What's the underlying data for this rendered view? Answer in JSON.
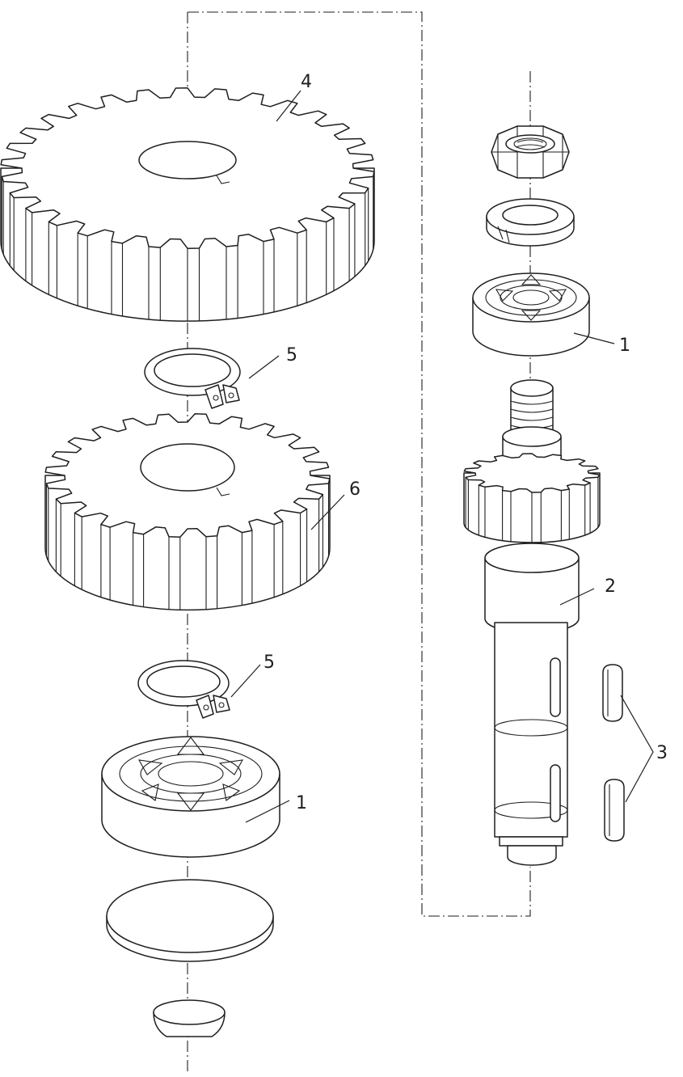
{
  "labels": {
    "gear_large": "4",
    "circlip_upper": "5",
    "gear_medium": "6",
    "circlip_lower": "5",
    "bearing_lower": "1",
    "bearing_upper": "1",
    "shaft": "2",
    "keys": "3"
  },
  "gears": [
    {
      "id": "gear-large",
      "teeth": 30
    },
    {
      "id": "gear-medium",
      "teeth": 24
    },
    {
      "id": "shaft-pinion",
      "teeth": 14
    }
  ],
  "colors": {
    "line": "#1e1e1e",
    "background": "#ffffff"
  }
}
